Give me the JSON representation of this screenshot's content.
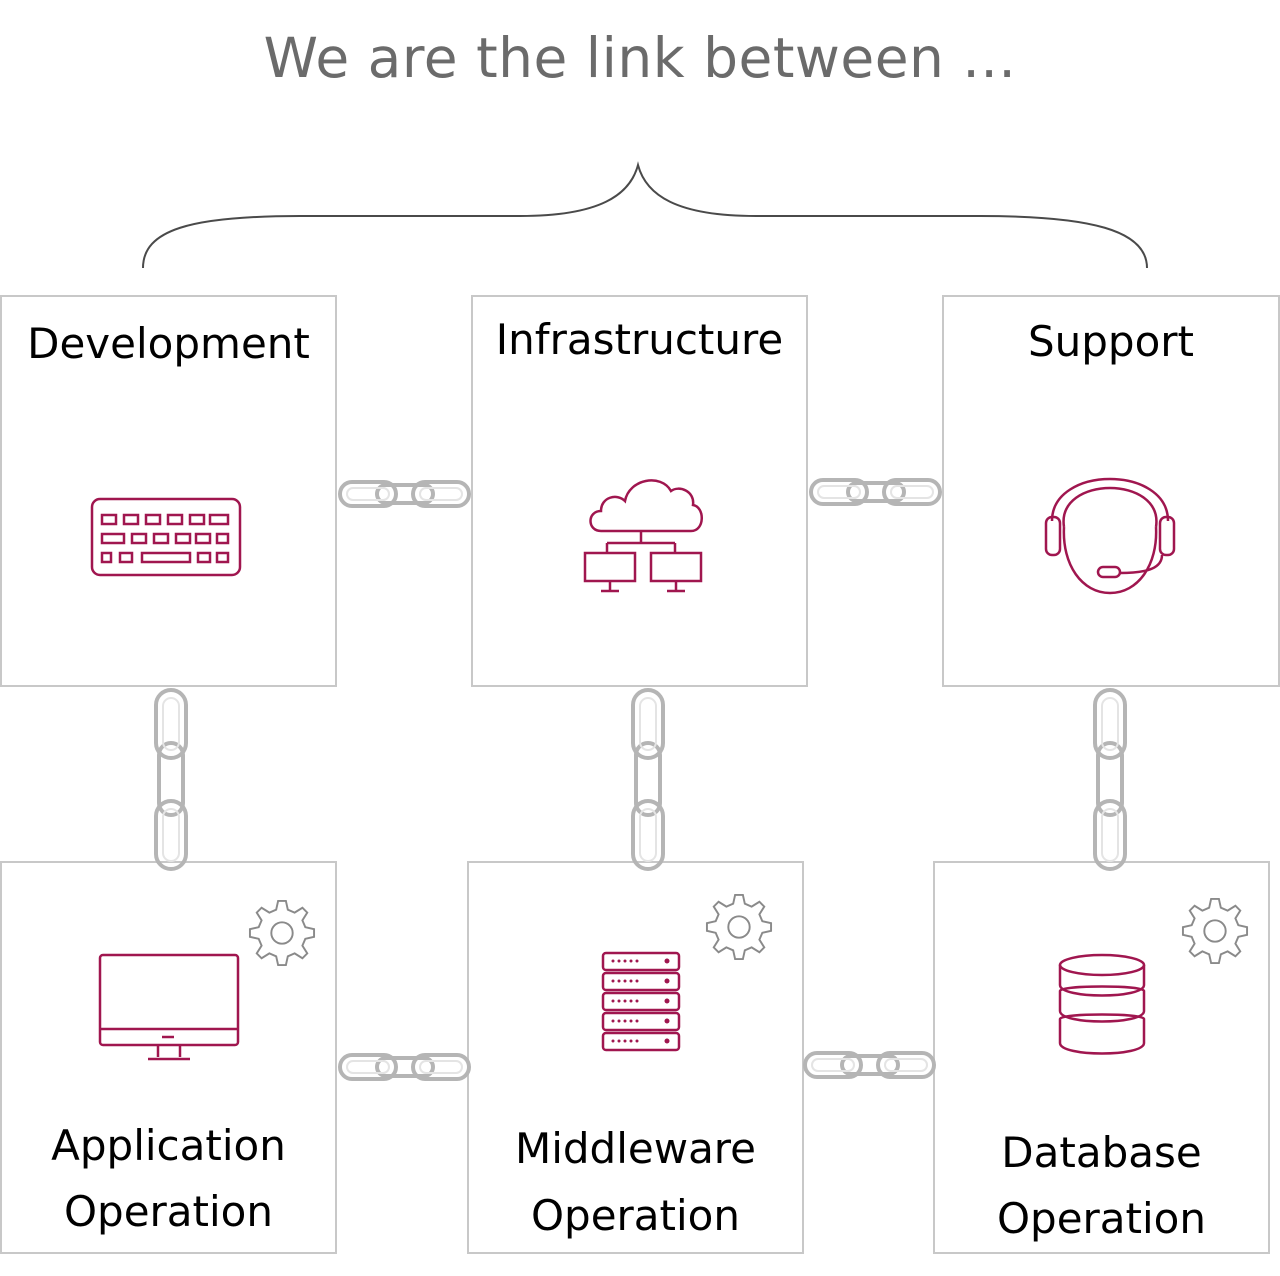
{
  "headline": "We are the link between ...",
  "colors": {
    "accent": "#a0164f",
    "heading": "#6b6b6b",
    "border": "#c8c8c8",
    "chain": "#b5b5b5"
  },
  "top_row": [
    {
      "title": "Development",
      "icon": "keyboard-icon"
    },
    {
      "title": "Infrastructure",
      "icon": "cloud-network-icon"
    },
    {
      "title": "Support",
      "icon": "headset-agent-icon"
    }
  ],
  "bottom_row": [
    {
      "title_line1": "Application",
      "title_line2": "Operation",
      "icon": "monitor-icon",
      "badge": "gear-icon"
    },
    {
      "title_line1": "Middleware",
      "title_line2": "Operation",
      "icon": "server-rack-icon",
      "badge": "gear-icon"
    },
    {
      "title_line1": "Database",
      "title_line2": "Operation",
      "icon": "database-icon",
      "badge": "gear-icon"
    }
  ],
  "connectors": "chain-link-icon"
}
